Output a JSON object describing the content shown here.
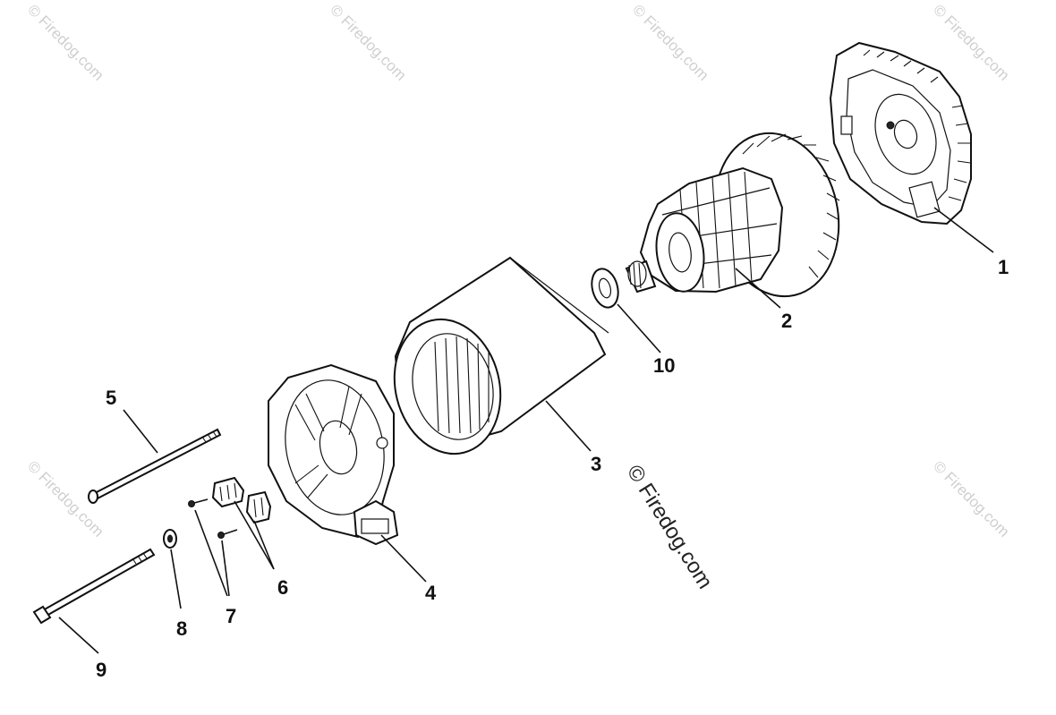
{
  "watermarks": {
    "corner_text": "© Firedog.com",
    "main_text": "© Firedog.com"
  },
  "callouts": [
    {
      "id": "1",
      "label": "1"
    },
    {
      "id": "2",
      "label": "2"
    },
    {
      "id": "3",
      "label": "3"
    },
    {
      "id": "4",
      "label": "4"
    },
    {
      "id": "5",
      "label": "5"
    },
    {
      "id": "6",
      "label": "6"
    },
    {
      "id": "7",
      "label": "7"
    },
    {
      "id": "8",
      "label": "8"
    },
    {
      "id": "9",
      "label": "9"
    },
    {
      "id": "10",
      "label": "10"
    }
  ]
}
